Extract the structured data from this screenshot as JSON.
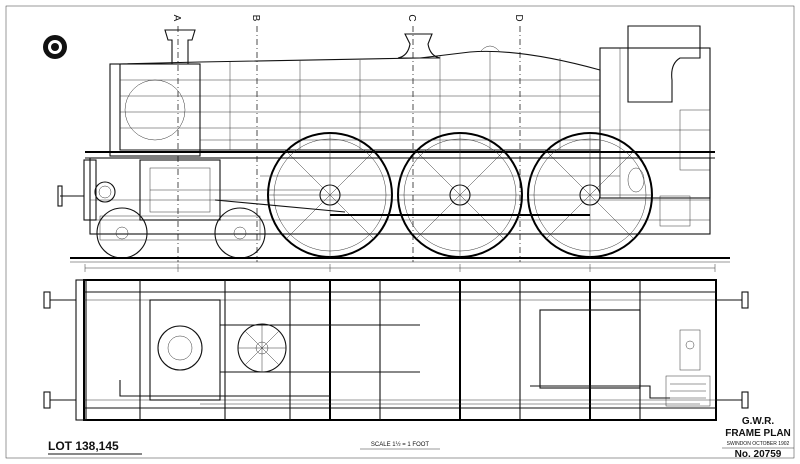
{
  "section_markers": {
    "a": "A",
    "b": "B",
    "c": "C",
    "d": "D"
  },
  "lot_label": "LOT 138,145",
  "scale_label": "SCALE 1½ = 1 FOOT",
  "title_block": {
    "line1": "G.W.R.",
    "line2": "FRAME PLAN",
    "line3": "SWINDON OCTOBER 1902",
    "number": "No. 20759"
  },
  "colors": {
    "ink": "#111111",
    "paper": "#ffffff"
  }
}
